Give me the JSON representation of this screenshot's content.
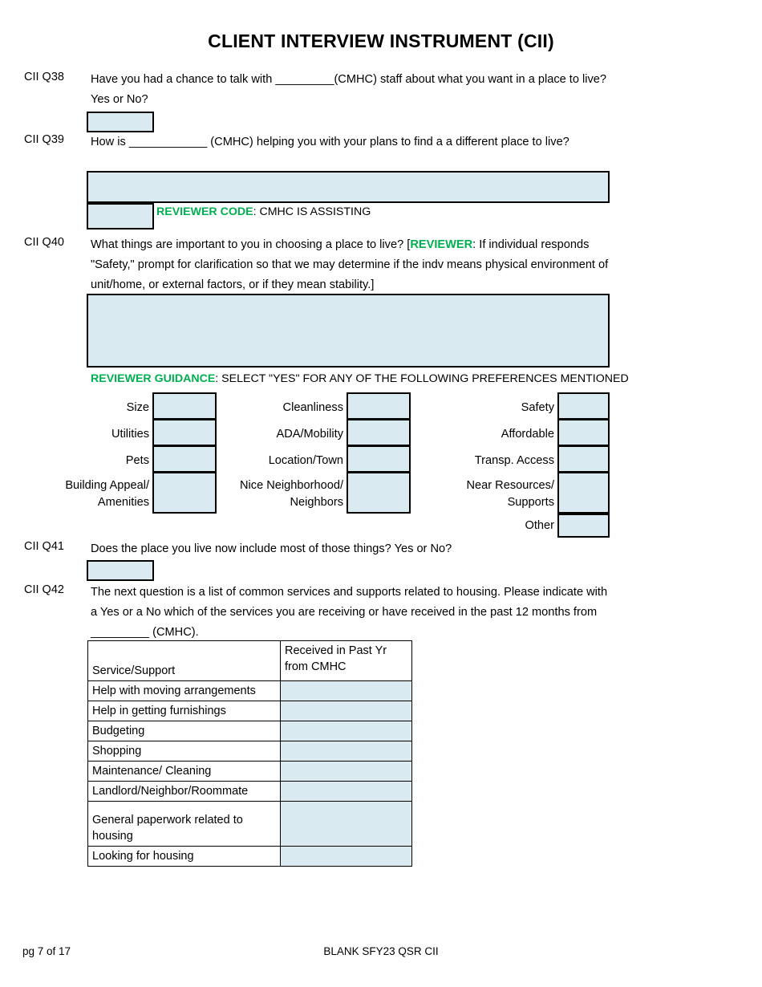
{
  "document": {
    "title": "CLIENT INTERVIEW INSTRUMENT (CII)"
  },
  "questions": [
    {
      "id": "CII Q38",
      "label": "CII Q38",
      "text": "Have you had a chance to talk with _________(CMHC) staff about what you want in a place to live? Yes or No?"
    },
    {
      "id": "CII Q39",
      "label": "CII Q39",
      "text": "How is ____________ (CMHC) helping you with your plans to find a a different place to live?",
      "reviewer_code_prefix": "REVIEWER CODE",
      "reviewer_code_text": ": CMHC IS ASSISTING"
    },
    {
      "id": "CII Q40",
      "label": "CII Q40",
      "text_part1": "What things are important to you in choosing a place to live? [",
      "text_reviewer": "REVIEWER",
      "text_part2": ": If individual responds \"Safety,\" prompt for clarification so that we may determine if the indv means physical environment of unit/home, or external factors, or if they mean stability.]"
    },
    {
      "id": "CII Q41",
      "label": "CII Q41",
      "text": "Does the place you live now include most of those things? Yes or No?"
    },
    {
      "id": "CII Q42",
      "label": "CII Q42",
      "text": "The next question is a list of common services and supports related to housing. Please indicate with a Yes or a No which of the services you are receiving or have received in the past 12 months from _________ (CMHC)."
    }
  ],
  "reviewer_guidance": {
    "prefix": "REVIEWER GUIDANCE",
    "text": ": SELECT \"YES\" FOR ANY OF THE FOLLOWING PREFERENCES MENTIONED"
  },
  "preferences": {
    "column1": [
      {
        "label": "Size",
        "value": ""
      },
      {
        "label": "Utilities",
        "value": ""
      },
      {
        "label": "Pets",
        "value": ""
      },
      {
        "label": "Building Appeal/\nAmenities",
        "value": ""
      }
    ],
    "column2": [
      {
        "label": "Cleanliness",
        "value": ""
      },
      {
        "label": "ADA/Mobility",
        "value": ""
      },
      {
        "label": "Location/Town",
        "value": ""
      },
      {
        "label": "Nice Neighborhood/\nNeighbors",
        "value": ""
      }
    ],
    "column3": [
      {
        "label": "Safety",
        "value": ""
      },
      {
        "label": "Affordable",
        "value": ""
      },
      {
        "label": "Transp. Access",
        "value": ""
      },
      {
        "label": "Near Resources/\nSupports",
        "value": ""
      },
      {
        "label": "Other",
        "value": ""
      }
    ]
  },
  "answers": {
    "q38": "",
    "q39_long": "",
    "q39_code": "",
    "q40_long": "",
    "q41": ""
  },
  "services_table": {
    "headers": [
      "Service/Support",
      "Received in Past Yr from CMHC"
    ],
    "header_col1": "Service/Support",
    "header_col2_line1": "Received in Past Yr",
    "header_col2_line2": "from CMHC",
    "rows": [
      {
        "service": "Help with moving arrangements",
        "received": ""
      },
      {
        "service": "Help in getting furnishings",
        "received": ""
      },
      {
        "service": "Budgeting",
        "received": ""
      },
      {
        "service": "Shopping",
        "received": ""
      },
      {
        "service": "Maintenance/ Cleaning",
        "received": ""
      },
      {
        "service": "Landlord/Neighbor/Roommate",
        "received": ""
      },
      {
        "service": "General paperwork related to housing",
        "received": ""
      },
      {
        "service": "Looking for housing",
        "received": ""
      }
    ]
  },
  "footer": {
    "page": "pg 7 of 17",
    "doc_id": "BLANK SFY23 QSR CII"
  },
  "colors": {
    "fill": "#daeaf1",
    "accent_green": "#00b050",
    "border": "#000000"
  }
}
